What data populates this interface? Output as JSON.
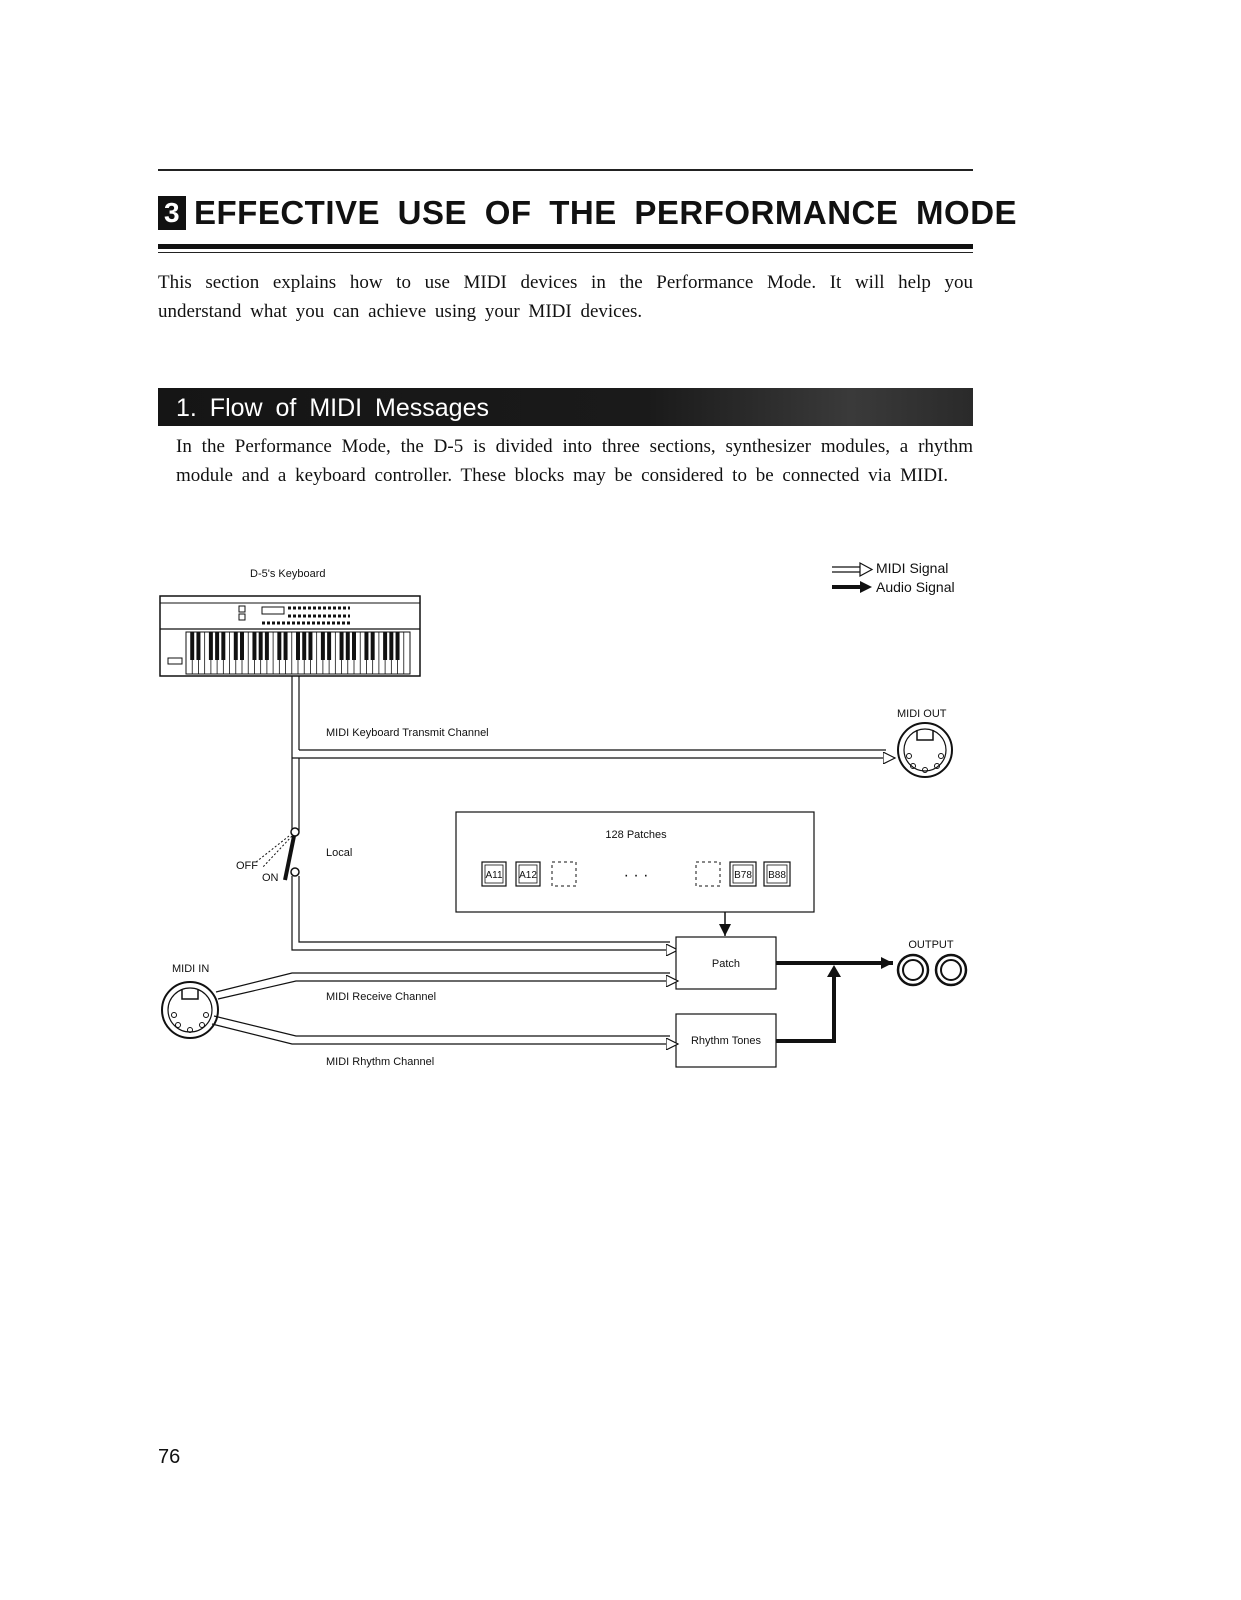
{
  "chapter": {
    "number": "3",
    "title": "EFFECTIVE USE OF THE PERFORMANCE MODE"
  },
  "intro": "This section explains how to use MIDI devices in the Performance Mode. It will help you understand what you can achieve using your MIDI devices.",
  "section": {
    "title": "1. Flow of MIDI Messages",
    "body": "In the Performance Mode, the D-5 is divided into three sections, synthesizer modules, a rhythm module and a keyboard controller. These blocks may be considered to be connected via MIDI."
  },
  "diagram": {
    "keyboard_label": "D-5's Keyboard",
    "legend_midi": "MIDI Signal",
    "legend_audio": "Audio Signal",
    "midi_out": "MIDI OUT",
    "midi_in": "MIDI IN",
    "output": "OUTPUT",
    "transmit_channel": "MIDI Keyboard Transmit Channel",
    "local": "Local",
    "off": "OFF",
    "on": "ON",
    "patches_title": "128 Patches",
    "patches": [
      "A11",
      "A12",
      "B78",
      "B88"
    ],
    "ellipsis": "·      ·      ·",
    "patch_box": "Patch",
    "rhythm_box": "Rhythm Tones",
    "receive_channel": "MIDI Receive Channel",
    "rhythm_channel": "MIDI Rhythm Channel"
  },
  "page_number": "76"
}
